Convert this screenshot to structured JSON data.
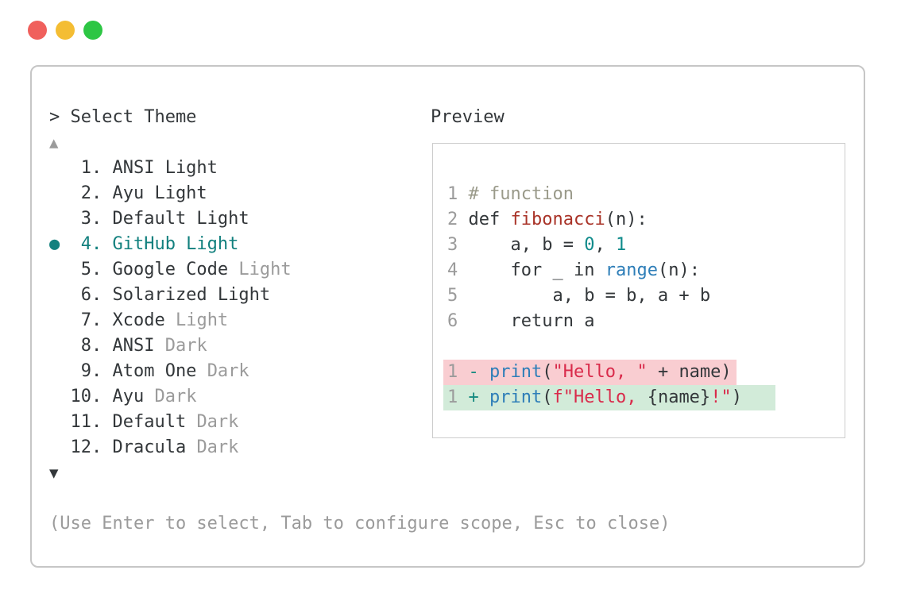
{
  "colors": {
    "accent_teal": "#12807e",
    "text_dark": "#33373a",
    "text_gray": "#9b9b9b",
    "comment": "#9a9a8a",
    "title_red": "#a93328",
    "builtin_blue": "#2e7eb8",
    "number_teal": "#0f8b8b",
    "string_crimson": "#d92b4b",
    "op_teal": "#158a80",
    "removed_bg": "#f9cdd1",
    "added_bg": "#d2ebd9",
    "light_red": "#f0605c",
    "light_yellow": "#f4bd33",
    "light_green": "#2dc644",
    "window_border": "#c6c6c6",
    "preview_border": "#cccccc"
  },
  "window_controls": [
    "close",
    "minimize",
    "maximize"
  ],
  "prompt": "> Select Theme",
  "scroll_up": "▲",
  "scroll_down": "▼",
  "selected_bullet": "●",
  "theme_list": [
    {
      "number": "1.",
      "name": "ANSI Light",
      "suffix": "",
      "selected": false
    },
    {
      "number": "2.",
      "name": "Ayu Light",
      "suffix": "",
      "selected": false
    },
    {
      "number": "3.",
      "name": "Default Light",
      "suffix": "",
      "selected": false
    },
    {
      "number": "4.",
      "name": "GitHub Light",
      "suffix": "",
      "selected": true
    },
    {
      "number": "5.",
      "name": "Google Code",
      "suffix": "Light",
      "selected": false
    },
    {
      "number": "6.",
      "name": "Solarized Light",
      "suffix": "",
      "selected": false
    },
    {
      "number": "7.",
      "name": "Xcode",
      "suffix": "Light",
      "selected": false
    },
    {
      "number": "8.",
      "name": "ANSI",
      "suffix": "Dark",
      "selected": false
    },
    {
      "number": "9.",
      "name": "Atom One",
      "suffix": "Dark",
      "selected": false
    },
    {
      "number": "10.",
      "name": "Ayu",
      "suffix": "Dark",
      "selected": false
    },
    {
      "number": "11.",
      "name": "Default",
      "suffix": "Dark",
      "selected": false
    },
    {
      "number": "12.",
      "name": "Dracula",
      "suffix": "Dark",
      "selected": false
    }
  ],
  "preview": {
    "label": "Preview",
    "code_lines": [
      {
        "ln": "1",
        "tokens": [
          {
            "t": "# function",
            "c": "comment"
          }
        ]
      },
      {
        "ln": "2",
        "tokens": [
          {
            "t": "def ",
            "c": "keyword"
          },
          {
            "t": "fibonacci",
            "c": "title"
          },
          {
            "t": "(n):",
            "c": "plain"
          }
        ]
      },
      {
        "ln": "3",
        "tokens": [
          {
            "t": "    a, b = ",
            "c": "plain"
          },
          {
            "t": "0",
            "c": "number"
          },
          {
            "t": ", ",
            "c": "plain"
          },
          {
            "t": "1",
            "c": "number"
          }
        ]
      },
      {
        "ln": "4",
        "tokens": [
          {
            "t": "    ",
            "c": "plain"
          },
          {
            "t": "for",
            "c": "keyword"
          },
          {
            "t": " _ ",
            "c": "plain"
          },
          {
            "t": "in",
            "c": "keyword"
          },
          {
            "t": " ",
            "c": "plain"
          },
          {
            "t": "range",
            "c": "builtin"
          },
          {
            "t": "(n):",
            "c": "plain"
          }
        ]
      },
      {
        "ln": "5",
        "tokens": [
          {
            "t": "        a, b = b, a + b",
            "c": "plain"
          }
        ]
      },
      {
        "ln": "6",
        "tokens": [
          {
            "t": "    ",
            "c": "plain"
          },
          {
            "t": "return",
            "c": "keyword"
          },
          {
            "t": " a",
            "c": "plain"
          }
        ]
      },
      {
        "ln": "",
        "tokens": []
      },
      {
        "ln": "1",
        "diff": "removed",
        "tokens": [
          {
            "t": "- ",
            "c": "op"
          },
          {
            "t": "print",
            "c": "builtin"
          },
          {
            "t": "(",
            "c": "plain"
          },
          {
            "t": "\"Hello, \"",
            "c": "string"
          },
          {
            "t": " + name)",
            "c": "plain"
          }
        ]
      },
      {
        "ln": "1",
        "diff": "added",
        "tokens": [
          {
            "t": "+ ",
            "c": "op"
          },
          {
            "t": "print",
            "c": "builtin"
          },
          {
            "t": "(",
            "c": "plain"
          },
          {
            "t": "f\"Hello, ",
            "c": "string"
          },
          {
            "t": "{name}",
            "c": "plain"
          },
          {
            "t": "!\"",
            "c": "string"
          },
          {
            "t": ")",
            "c": "plain"
          }
        ]
      }
    ]
  },
  "footer": "(Use Enter to select, Tab to configure scope, Esc to close)"
}
